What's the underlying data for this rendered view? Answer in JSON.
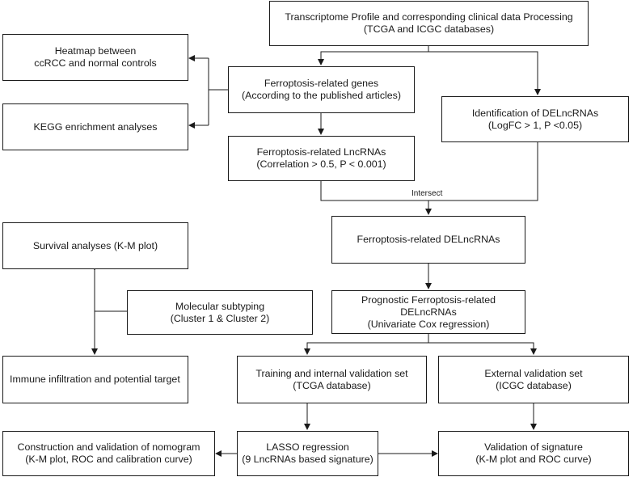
{
  "nodes": {
    "transcriptome": {
      "line1": "Transcriptome Profile and corresponding clinical data Processing",
      "line2": "(TCGA and ICGC databases)"
    },
    "heatmap": {
      "line1": "Heatmap between",
      "line2": "ccRCC and normal controls"
    },
    "kegg": {
      "line1": "KEGG enrichment analyses"
    },
    "ferro_genes": {
      "line1": "Ferroptosis-related genes",
      "line2": "(According to the published articles)"
    },
    "delnc_ident": {
      "line1": "Identification of DELncRNAs",
      "line2": "(LogFC > 1, P <0.05)"
    },
    "ferro_lnc": {
      "line1": "Ferroptosis-related LncRNAs",
      "line2": "(Correlation > 0.5, P < 0.001)"
    },
    "ferro_delnc": {
      "line1": "Ferroptosis-related DELncRNAs"
    },
    "survival": {
      "line1": "Survival analyses (K-M plot)"
    },
    "subtyping": {
      "line1": "Molecular subtyping",
      "line2": "(Cluster 1 & Cluster 2)"
    },
    "prognostic": {
      "line1": "Prognostic Ferroptosis-related",
      "line2": "DELncRNAs",
      "line3": "(Univariate Cox regression)"
    },
    "immune": {
      "line1": "Immune infiltration and potential target"
    },
    "training": {
      "line1": "Training and internal validation set",
      "line2": "(TCGA database)"
    },
    "external": {
      "line1": "External validation set",
      "line2": "(ICGC database)"
    },
    "nomogram": {
      "line1": "Construction and validation of nomogram",
      "line2": "(K-M plot, ROC and calibration curve)"
    },
    "lasso": {
      "line1": "LASSO regression",
      "line2": "(9 LncRNAs based signature)"
    },
    "validation": {
      "line1": "Validation of signature",
      "line2": "(K-M plot and ROC curve)"
    }
  },
  "edge_labels": {
    "intersect": "Intersect"
  }
}
